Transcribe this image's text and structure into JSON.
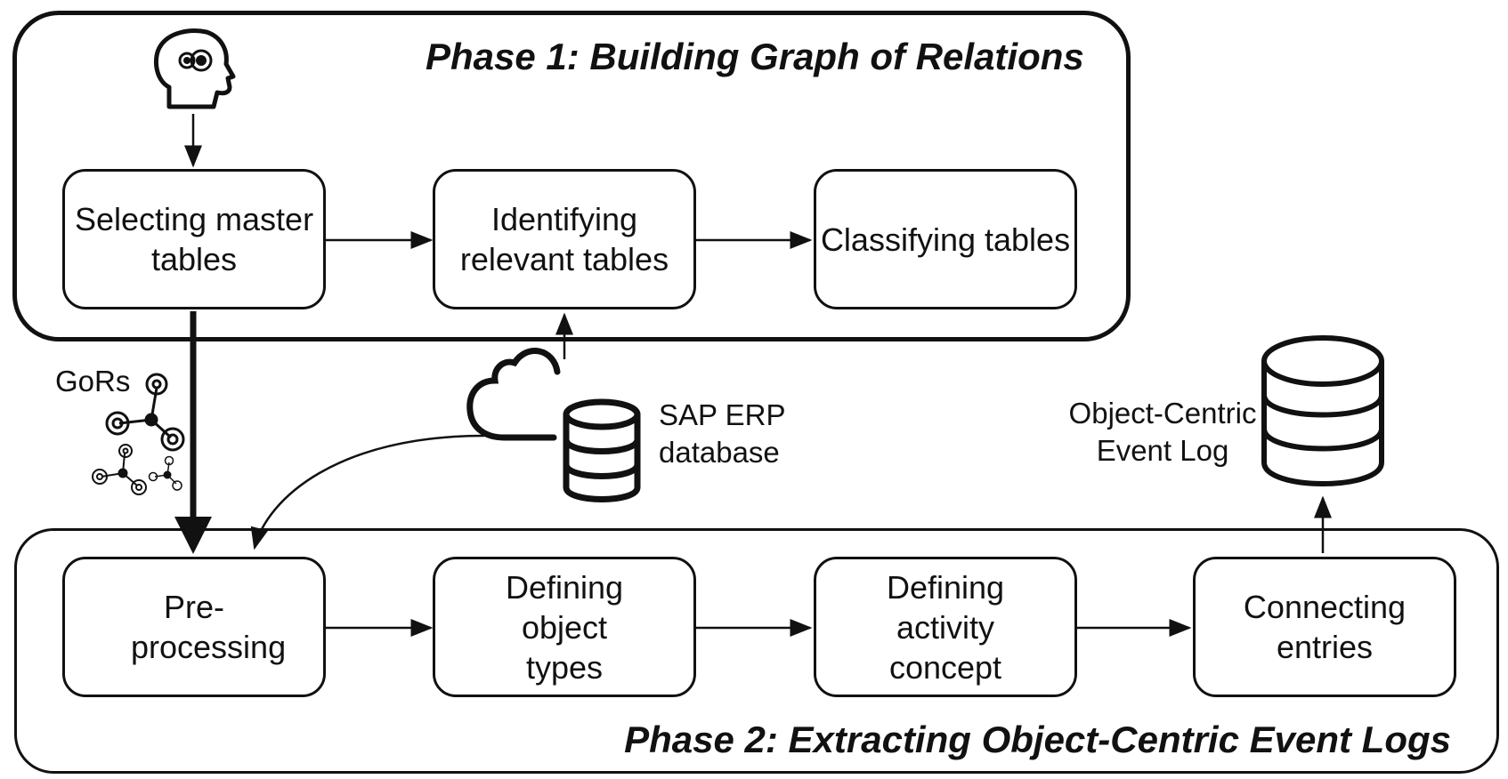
{
  "phase1": {
    "title": "Phase 1: Building Graph of Relations"
  },
  "phase2": {
    "title": "Phase 2: Extracting Object-Centric Event Logs"
  },
  "steps": {
    "selecting_master_tables": "Selecting master tables",
    "identifying_relevant_tables": "Identifying relevant tables",
    "classifying_tables": "Classifying tables",
    "pre_processing": "Pre- processing",
    "defining_object_types": "Defining object types",
    "defining_activity_concept": "Defining activity concept",
    "connecting_entries": "Connecting entries"
  },
  "labels": {
    "sap_erp_database": "SAP ERP database",
    "object_centric_event_log": "Object-Centric Event Log",
    "gors": "GoRs"
  },
  "icons": {
    "expert": "human-head-icon",
    "sap_database": "cloud-database-icon",
    "event_log_database": "database-icon",
    "gors_graphs": "graph-network-icon"
  }
}
